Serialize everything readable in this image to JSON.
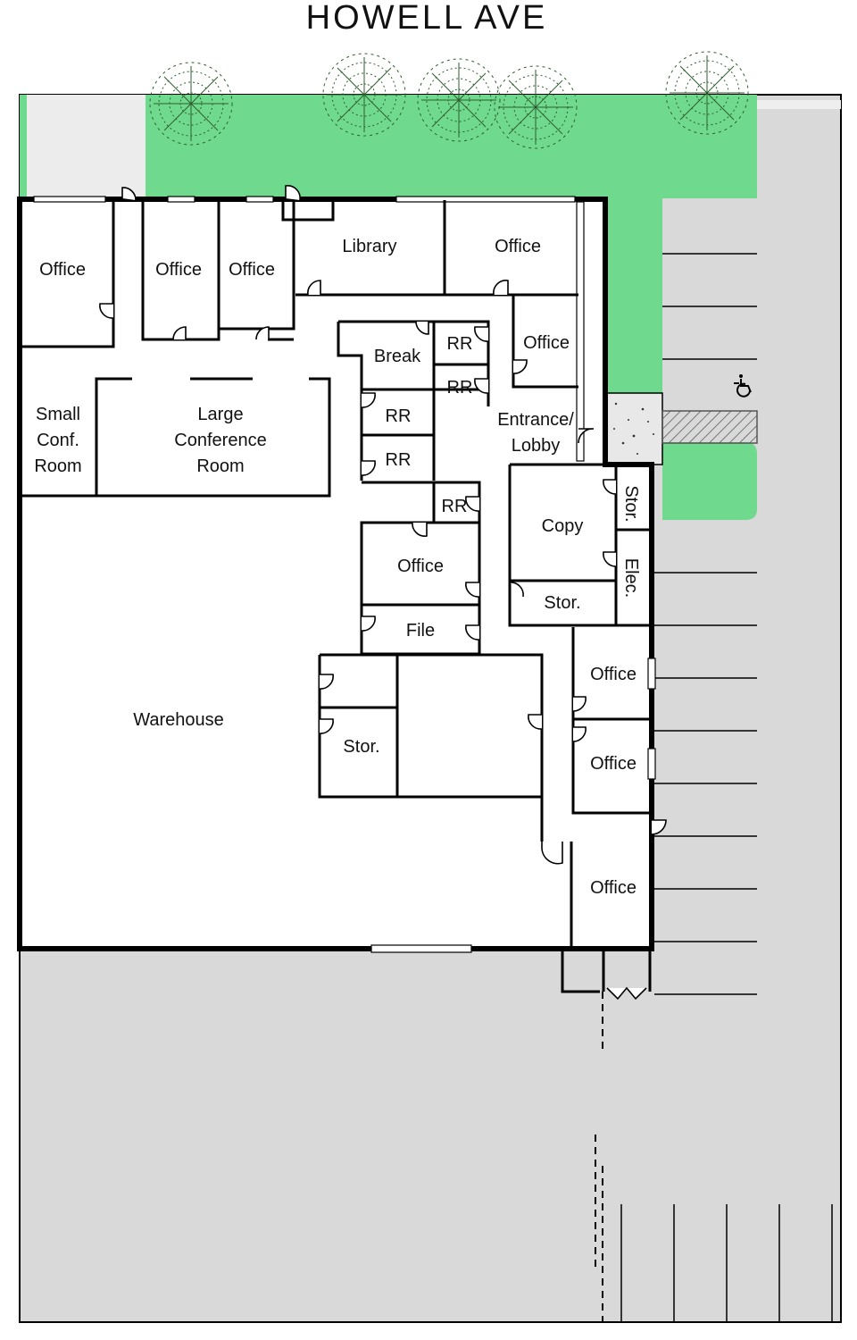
{
  "street": "HOWELL AVE",
  "rooms": {
    "office_nw": "Office",
    "office_n2": "Office",
    "office_n3": "Office",
    "library": "Library",
    "office_ne": "Office",
    "office_right": "Office",
    "break": "Break",
    "rr_1": "RR",
    "rr_2": "RR",
    "rr_3": "RR",
    "rr_4": "RR",
    "rr_5": "RR",
    "entrance_line1": "Entrance/",
    "entrance_line2": "Lobby",
    "small_conf_line1": "Small",
    "small_conf_line2": "Conf.",
    "small_conf_line3": "Room",
    "large_conf_line1": "Large",
    "large_conf_line2": "Conference",
    "large_conf_line3": "Room",
    "copy": "Copy",
    "stor_vertical": "Stor.",
    "elec_vertical": "Elec.",
    "stor_copy": "Stor.",
    "office_center": "Office",
    "file": "File",
    "warehouse": "Warehouse",
    "stor_lower": "Stor.",
    "office_se1": "Office",
    "office_se2": "Office",
    "office_se3": "Office"
  },
  "colors": {
    "landscape": "#6fd98e",
    "paving": "#d9d9d9",
    "walls": "#000000"
  },
  "icons": {
    "accessible": "wheelchair-icon"
  }
}
